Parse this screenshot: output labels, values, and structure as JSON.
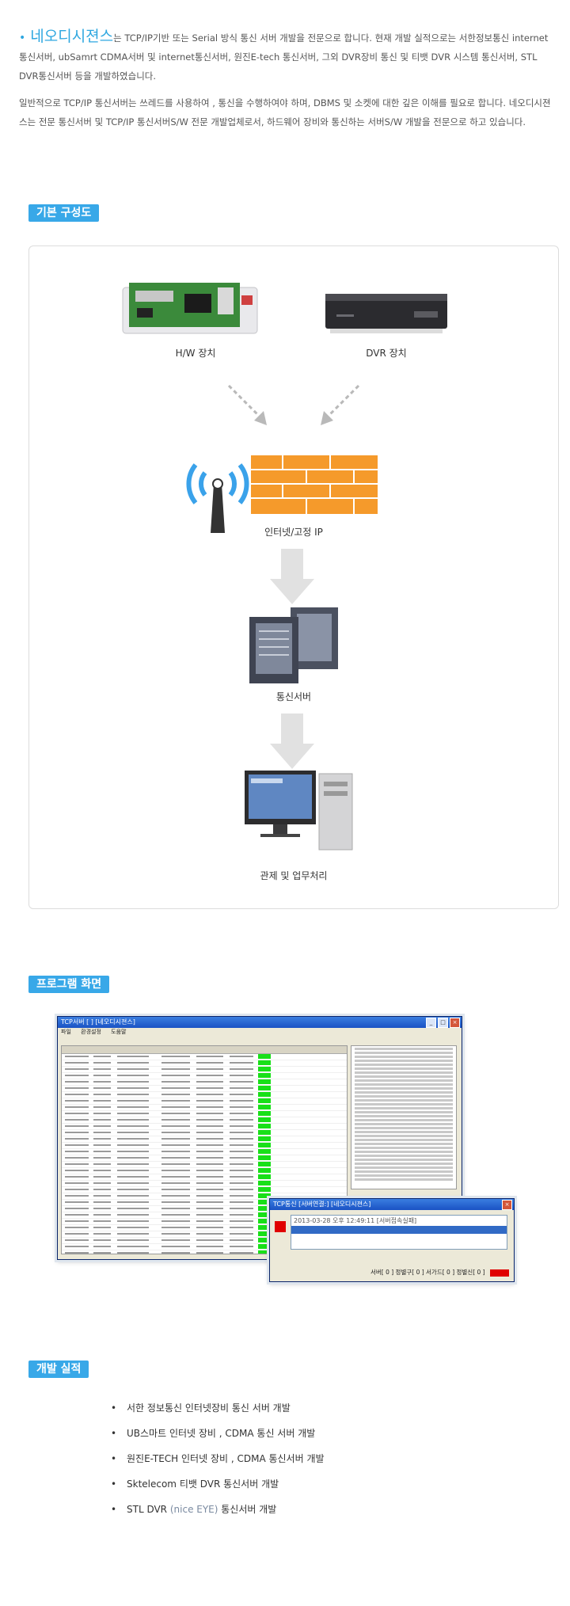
{
  "intro": {
    "brand": "네오디시젼스",
    "para1_rest": "는 TCP/IP기반 또는 Serial 방식 통신 서버 개발을 전문으로 합니다. 현재 개발 실적으로는 서한정보통신 internet 통신서버, ubSamrt CDMA서버 및 internet통신서버, 원진E-tech 통신서버, 그외 DVR장비 통신 및 티뱃 DVR 시스템 통신서버, STL DVR통신서버 등을 개발하였습니다.",
    "para2": "일반적으로 TCP/IP 통신서버는 쓰레드를 사용하여 , 통신을 수행하여야 하며, DBMS 및 소켓에 대한 깊은 이해를 필요로 합니다. 네오디시젼스는 전문 통신서버 및 TCP/IP 통신서버S/W 전문 개발업체로서, 하드웨어 장비와 통신하는 서버S/W 개발을 전문으로 하고  있습니다."
  },
  "sections": {
    "basic": "기본 구성도",
    "program": "프로그램 화면",
    "results": "개발 실적"
  },
  "diagram": {
    "hw": "H/W 장치",
    "dvr": "DVR 장치",
    "internet": "인터넷/고정 IP",
    "server": "통신서버",
    "control": "관제 및 업무처리"
  },
  "screens": {
    "main_title": "TCP서버 [  ] [네오디시젼스]",
    "main_menu": [
      "파일",
      "환경설정",
      "도움말"
    ],
    "popup_title": "TCP통신 [서버연결:] [네오디시젼스]",
    "popup_line1": "2013-03-28 오후 12:49:11 [서버접속실패]",
    "popup_status": "서버[ 0 ] 정별구[ 0 ] 서가드[ 0 ] 정별신[ 0 ]"
  },
  "results": {
    "items": [
      "서한 정보통신 인터넷장비 통신 서버 개발",
      "UB스마트  인터넷 장비 , CDMA 통신 서버 개발",
      "원진E-TECH 인터넷 장비 , CDMA 통신서버 개발",
      "Sktelecom 티뱃 DVR 통신서버 개발"
    ],
    "last_prefix": "STL DVR ",
    "last_muted": "(nice EYE)",
    "last_suffix": " 통신서버 개발"
  },
  "colors": {
    "accent": "#38a8e8",
    "brand": "#2ea7e0",
    "wall": "#f59a2b",
    "wifi": "#3aa2ea"
  }
}
